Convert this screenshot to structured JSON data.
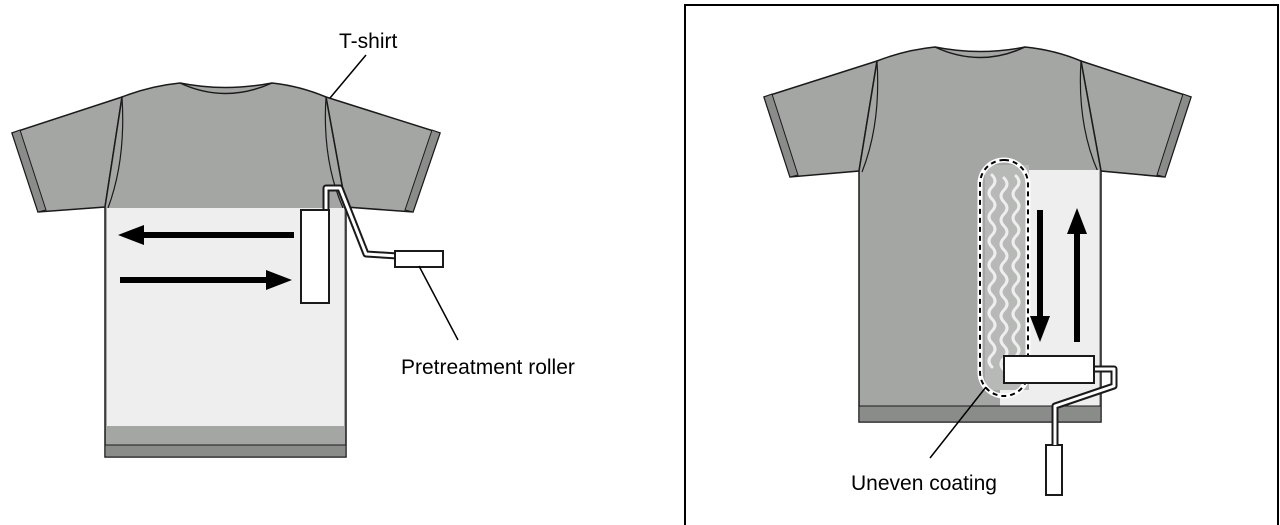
{
  "labels": {
    "tshirt": "T-shirt",
    "roller": "Pretreatment roller",
    "uneven": "Uneven coating"
  },
  "colors": {
    "shirt": "#a4a6a4",
    "shirt_dark": "#8a8c8a",
    "coated_area": "#eeeeee",
    "outline": "#1a1a1a",
    "frame": "#000000"
  }
}
